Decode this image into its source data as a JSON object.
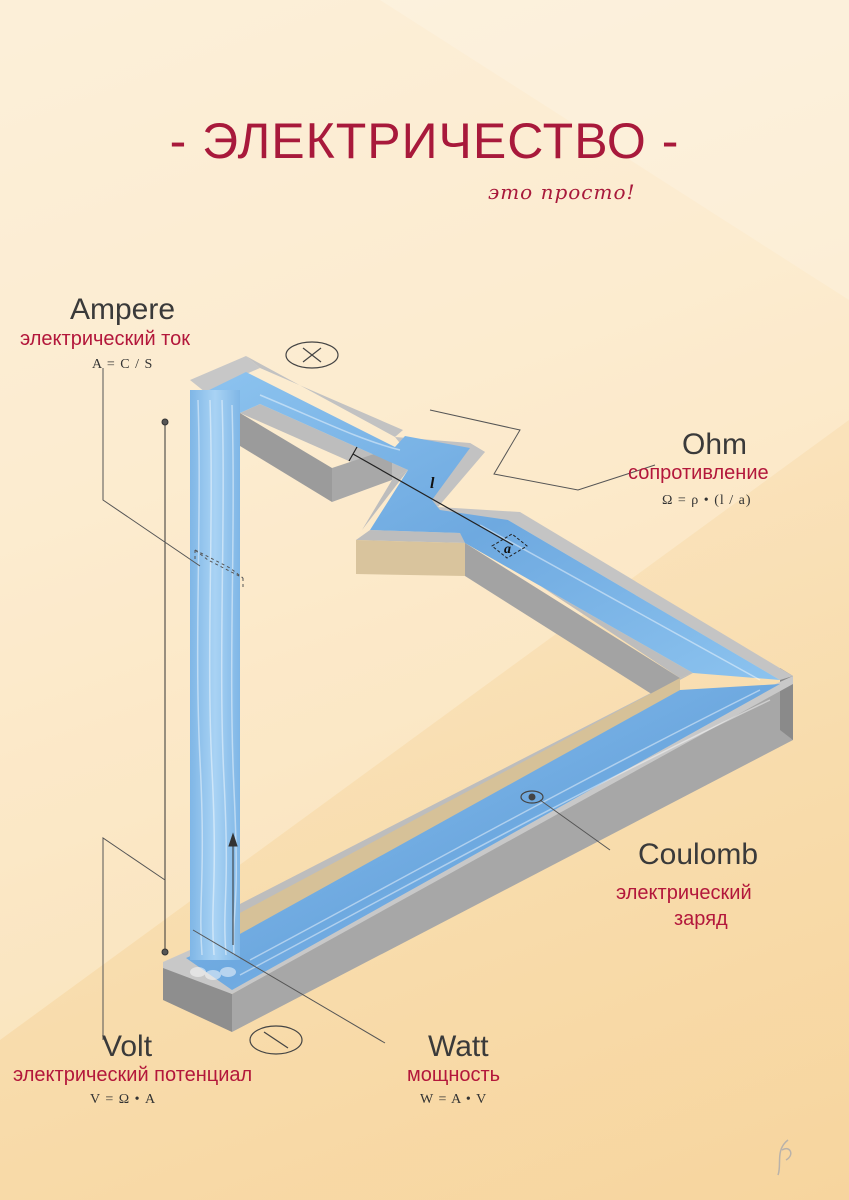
{
  "title": "- ЭЛЕКТРИЧЕСТВО -",
  "subtitle": "это просто!",
  "labels": {
    "ampere": {
      "name": "Ampere",
      "ru": "электрический ток",
      "formula": "A = C / S"
    },
    "ohm": {
      "name": "Ohm",
      "ru": "сопротивление",
      "formula": "Ω = ρ • (l / a)"
    },
    "coulomb": {
      "name": "Coulomb",
      "ru_line1": "электрический",
      "ru_line2": "заряд"
    },
    "volt": {
      "name": "Volt",
      "ru": "электрический потенциал",
      "formula": "V = Ω • A"
    },
    "watt": {
      "name": "Watt",
      "ru": "мощность",
      "formula": "W = A • V"
    }
  },
  "diagram_marks": {
    "length": "l",
    "area": "a"
  },
  "colors": {
    "title": "#a8193b",
    "water": "#79b3e6",
    "wall_top": "#c9c9c9",
    "wall_side": "#9a9a9a",
    "inner_side": "#d8c39c"
  }
}
